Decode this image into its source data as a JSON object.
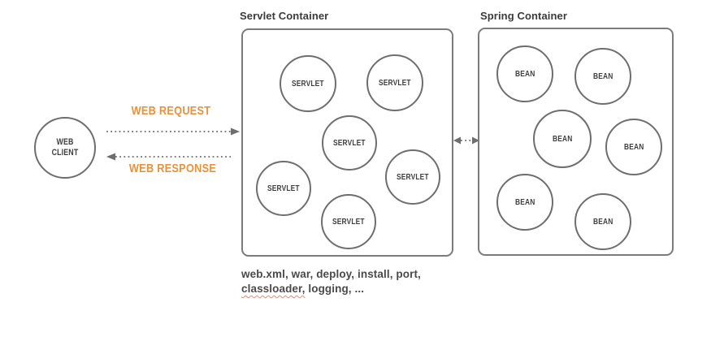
{
  "colors": {
    "accent_orange": "#e8923a",
    "stroke_gray": "#6e6e6e",
    "text_dark": "#3b3b3b"
  },
  "web_client": {
    "label": "WEB CLIENT"
  },
  "flows": {
    "request_label": "WEB REQUEST",
    "response_label": "WEB RESPONSE"
  },
  "servlet_container": {
    "title": "Servlet Container",
    "circles": [
      {
        "label": "SERVLET"
      },
      {
        "label": "SERVLET"
      },
      {
        "label": "SERVLET"
      },
      {
        "label": "SERVLET"
      },
      {
        "label": "SERVLET"
      },
      {
        "label": "SERVLET"
      }
    ]
  },
  "spring_container": {
    "title": "Spring Container",
    "circles": [
      {
        "label": "BEAN"
      },
      {
        "label": "BEAN"
      },
      {
        "label": "BEAN"
      },
      {
        "label": "BEAN"
      },
      {
        "label": "BEAN"
      },
      {
        "label": "BEAN"
      }
    ]
  },
  "caption": {
    "line1": "web.xml, war, deploy, install, port,",
    "line2_misspelled_word": "classloader,",
    "line2_rest": " logging, ..."
  }
}
